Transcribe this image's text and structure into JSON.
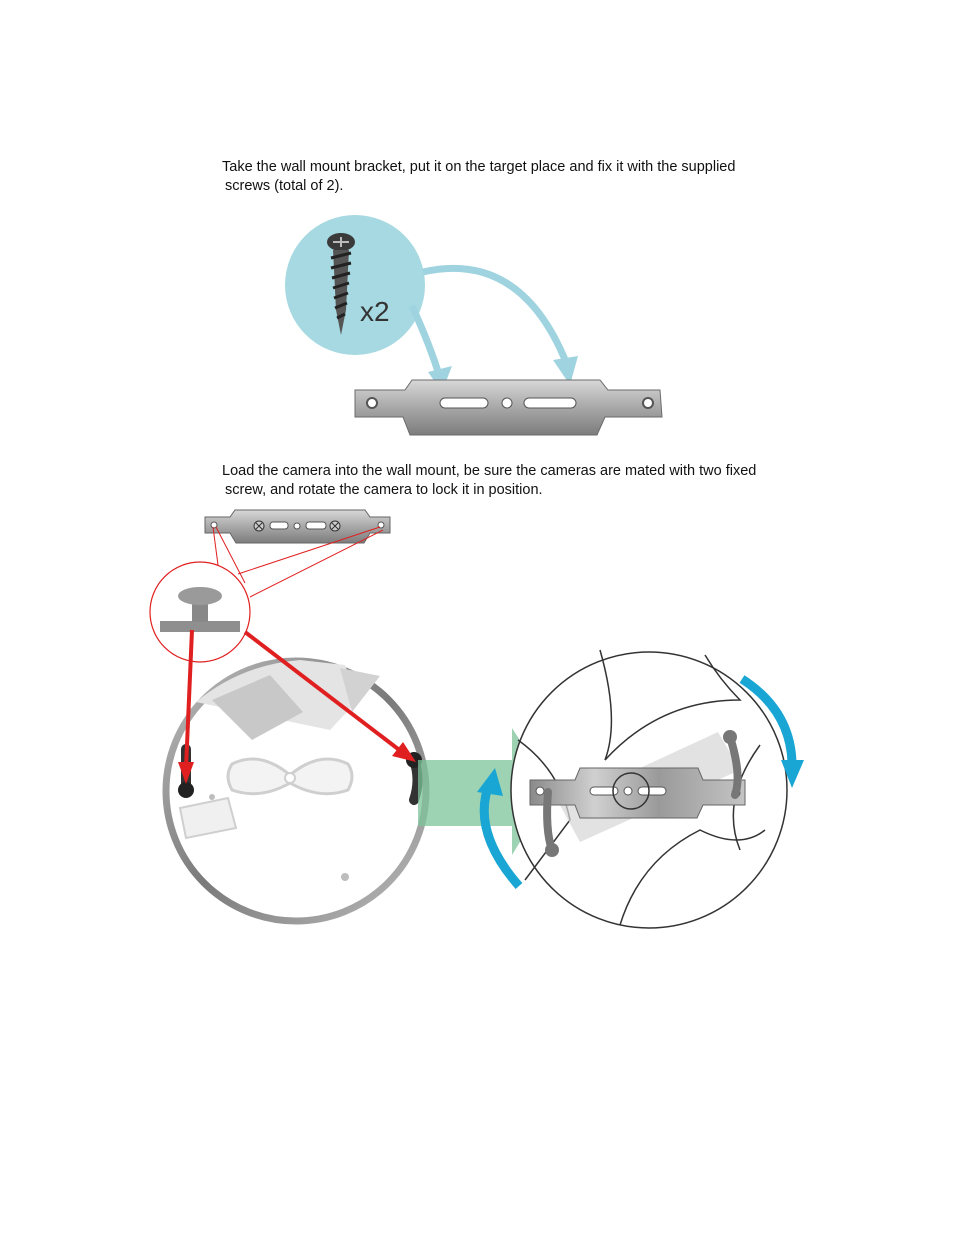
{
  "steps": [
    {
      "line1": "Take the wall mount bracket, put it on the target place and fix it with the supplied",
      "line2": "screws (total of 2)."
    },
    {
      "line1": "Load the camera into the wall mount, be sure the cameras are mated with two fixed",
      "line2": "screw, and rotate the camera to lock it in position."
    }
  ],
  "figure1": {
    "screw_count_label": "x2"
  },
  "colors": {
    "callout_circle": "#a6d9e1",
    "arrow_light_blue": "#9fd3e0",
    "bracket_metal": "#9a9a9a",
    "red_arrow": "#e02020",
    "green_arrow": "#7cc49a",
    "rotate_arrow": "#1aa6d4"
  }
}
